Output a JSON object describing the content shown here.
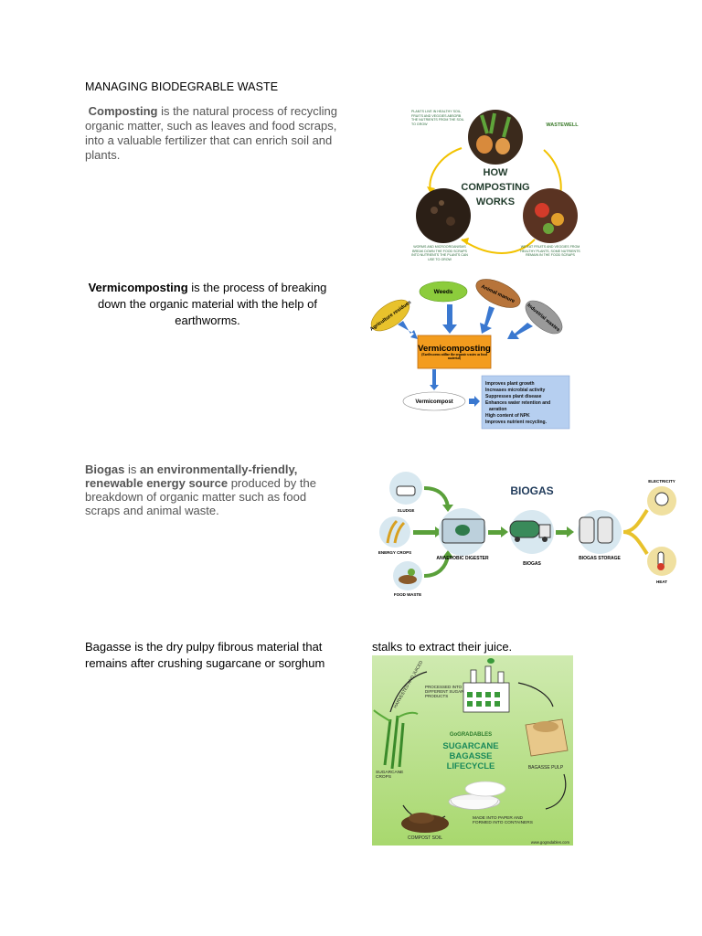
{
  "doc": {
    "title": "MANAGING BIODEGRABLE WASTE",
    "composting": {
      "term": "Composting",
      "text": " is the natural process of recycling organic matter, such as leaves and food scraps, into a valuable fertilizer that can enrich soil and plants."
    },
    "vermicomposting": {
      "term": "Vermicomposting",
      "text": " is the process of breaking down the organic material with the help of earthworms."
    },
    "biogas": {
      "term": "Biogas",
      "mid": " is ",
      "bold2": "an environmentally-friendly, renewable energy source",
      "text": " produced by the breakdown of organic matter such as food scraps and animal waste."
    },
    "bagasse": {
      "line1": "Bagasse is the dry pulpy fibrous material that remains after crushing sugarcane or sorghum",
      "line2": "stalks to extract their juice."
    }
  },
  "fig_compost": {
    "brand": "WASTEWELL",
    "title1": "HOW",
    "title2": "COMPOSTING",
    "title3": "WORKS",
    "note_top": "PLANTS LIVE IN HEALTHY SOIL, FRUITS AND VEGGIES ABSORB THE NUTRIENTS FROM THE SOIL TO GROW",
    "note_left": "WORMS AND MICROORGANISMS BREAK DOWN THE FOOD SCRAPS INTO NUTRIENTS THE PLANTS CAN USE TO GROW",
    "note_right": "WE EAT FRUITS AND VEGGIES FROM HEALTHY PLANTS, SOME NUTRIENTS REMAIN IN THE FOOD SCRAPS"
  },
  "fig_vermi": {
    "inputs": [
      "Agriculture residues",
      "Weeds",
      "Animal manure",
      "Industrial wastes"
    ],
    "box_title": "Vermicomposting",
    "box_sub": "(Earthworms utilize the organic wastes as food material)",
    "output": "Vermicompost",
    "benefits": [
      "Improves plant growth",
      "Increases microbial activity",
      "Suppresses plant disease",
      "Enhances water retention and",
      "aeration",
      "High content of NPK",
      "Improves nutrient recycling."
    ]
  },
  "fig_biogas": {
    "title": "BIOGAS",
    "sources": [
      "SLUDGE",
      "ENERGY CROPS",
      "FOOD WASTE"
    ],
    "digester": "ANAEROBIC DIGESTER",
    "biogas": "BIOGAS",
    "storage": "BIOGAS STORAGE",
    "uses": [
      "ELECTRICITY",
      "HEAT"
    ]
  },
  "fig_bagasse": {
    "brand": "GoGRADABLES",
    "title1": "SUGARCANE",
    "title2": "BAGASSE",
    "title3": "LIFECYCLE",
    "step_harvest": "HARVESTED AND JUICED",
    "step_processed": "PROCESSED INTO DIFFERENT SUGAR PRODUCTS",
    "step_pulp": "BAGASSE PULP",
    "step_made": "MADE INTO PAPER AND FORMED INTO CONTAINERS",
    "step_soil": "COMPOST SOIL",
    "step_crops": "SUGARCANE CROPS",
    "url": "www.gogradables.com"
  }
}
